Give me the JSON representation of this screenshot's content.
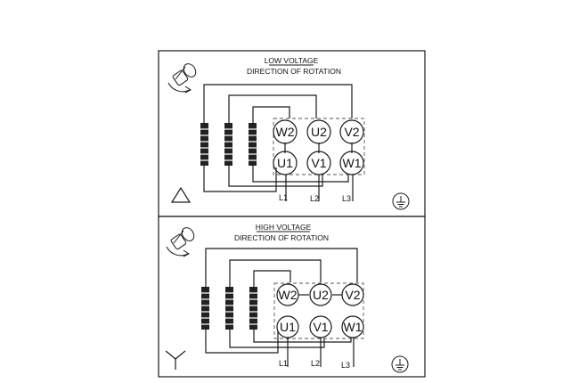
{
  "panels": {
    "low": {
      "title": "LOW VOLTAGE",
      "subtitle": "DIRECTION OF ROTATION",
      "connection": "delta",
      "terminals_top": [
        "W2",
        "U2",
        "V2"
      ],
      "terminals_bottom": [
        "U1",
        "V1",
        "W1"
      ],
      "lines": [
        "L1",
        "L2",
        "L3"
      ]
    },
    "high": {
      "title": "HIGH VOLTAGE",
      "subtitle": "DIRECTION OF ROTATION",
      "connection": "star",
      "terminals_top": [
        "W2",
        "U2",
        "V2"
      ],
      "terminals_bottom": [
        "U1",
        "V1",
        "W1"
      ],
      "lines": [
        "L1",
        "L2",
        "L3"
      ]
    }
  },
  "icons": {
    "rotation": "rotation-direction-icon",
    "ground": "ground-icon",
    "delta": "delta-symbol-icon",
    "star": "star-symbol-icon"
  }
}
